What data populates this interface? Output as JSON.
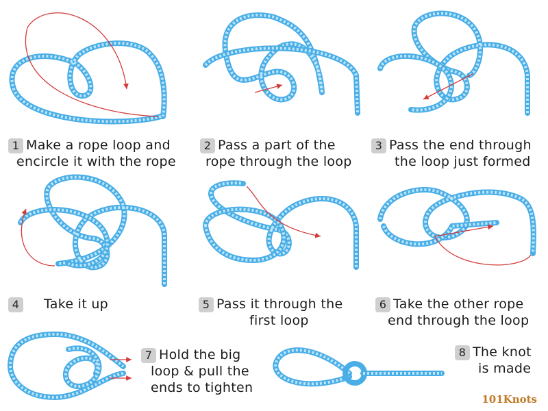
{
  "steps": [
    {
      "number": "1",
      "line1": "Make a rope loop and",
      "line2": "encircle it with the rope"
    },
    {
      "number": "2",
      "line1": "Pass a part of the",
      "line2": "rope through the loop"
    },
    {
      "number": "3",
      "line1": "Pass the end through",
      "line2": "the loop just formed"
    },
    {
      "number": "4",
      "line1": "Take it up",
      "line2": ""
    },
    {
      "number": "5",
      "line1": "Pass it through the",
      "line2": "first loop"
    },
    {
      "number": "6",
      "line1": "Take the other rope",
      "line2": "end through the loop"
    },
    {
      "number": "7",
      "line1": "Hold the big",
      "line2": "loop & pull the",
      "line3": "ends to tighten"
    },
    {
      "number": "8",
      "line1": "The knot",
      "line2": "is made"
    }
  ],
  "brand": "101Knots",
  "colors": {
    "rope": "#4aaee6",
    "rope_stripe": "#bfe6fb",
    "arrow": "#d23a3a"
  }
}
